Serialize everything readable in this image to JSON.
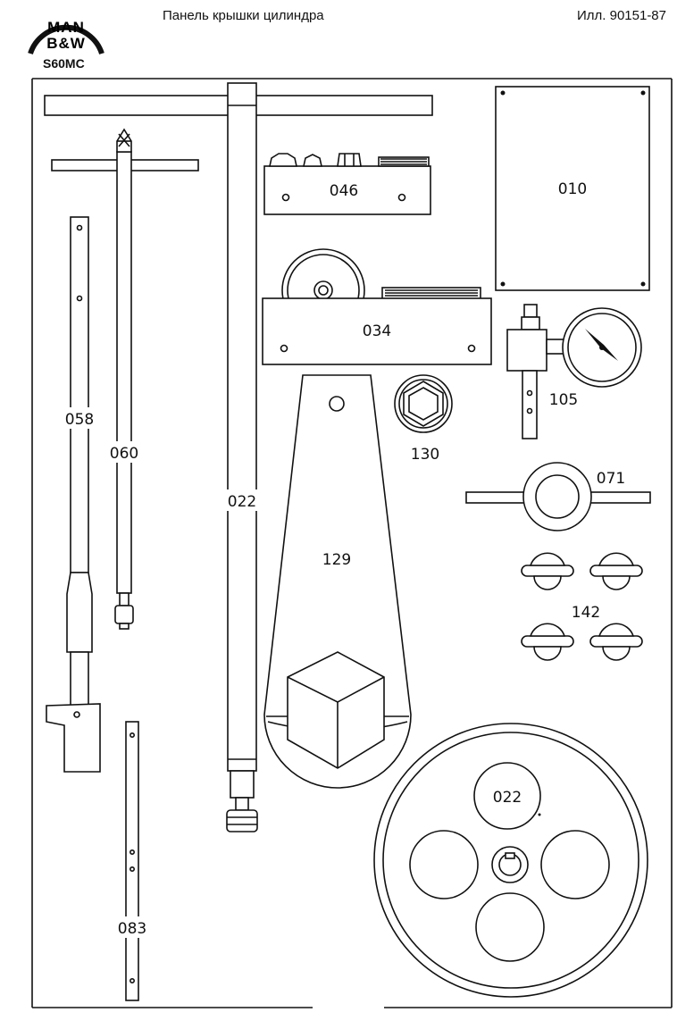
{
  "header": {
    "title": "Панель крышки цилиндра",
    "reference": "Илл. 90151-87",
    "model": "S60MC",
    "logo_text": [
      "MAN",
      "B&W"
    ]
  },
  "labels": {
    "p010": "010",
    "p046": "046",
    "p034": "034",
    "p105": "105",
    "p130": "130",
    "p071": "071",
    "p142": "142",
    "p058": "058",
    "p060": "060",
    "p022": "022",
    "p129": "129",
    "p083": "083",
    "p022b": "022"
  },
  "colors": {
    "ink": "#111111",
    "paper": "#ffffff"
  }
}
